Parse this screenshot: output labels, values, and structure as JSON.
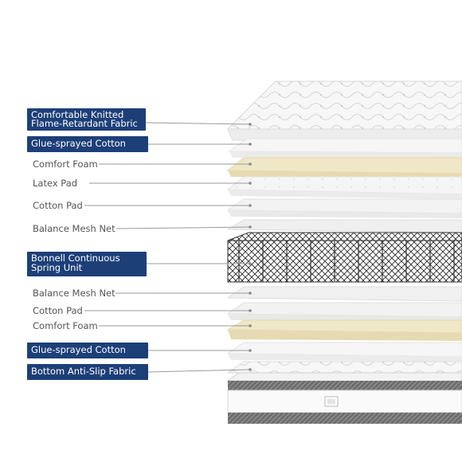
{
  "layers": [
    {
      "label": "Comfortable Knitted",
      "label2": "Flame-Retardant Fabric",
      "style": "boxed"
    },
    {
      "label": "Glue-sprayed Cotton",
      "style": "boxed"
    },
    {
      "label": "Comfort Foam",
      "style": "plain"
    },
    {
      "label": "Latex Pad",
      "style": "plain"
    },
    {
      "label": "Cotton Pad",
      "style": "plain"
    },
    {
      "label": "Balance Mesh Net",
      "style": "plain"
    },
    {
      "label": "Bonnell Continuous",
      "label2": "Spring Unit",
      "style": "boxed"
    },
    {
      "label": "Balance Mesh Net",
      "style": "plain"
    },
    {
      "label": "Cotton Pad",
      "style": "plain"
    },
    {
      "label": "Comfort Foam",
      "style": "plain"
    },
    {
      "label": "Glue-sprayed Cotton",
      "style": "boxed"
    },
    {
      "label": "Bottom Anti-Slip Fabric",
      "style": "boxed"
    }
  ],
  "colors": {
    "label_box": "#1d3f78",
    "label_text_plain": "#555555",
    "leader_line": "#9a9a9a",
    "foam": "#efe6c4",
    "cotton": "#f4f4f4",
    "mesh": "#eeeeee",
    "spring": "#2a2a2a"
  }
}
